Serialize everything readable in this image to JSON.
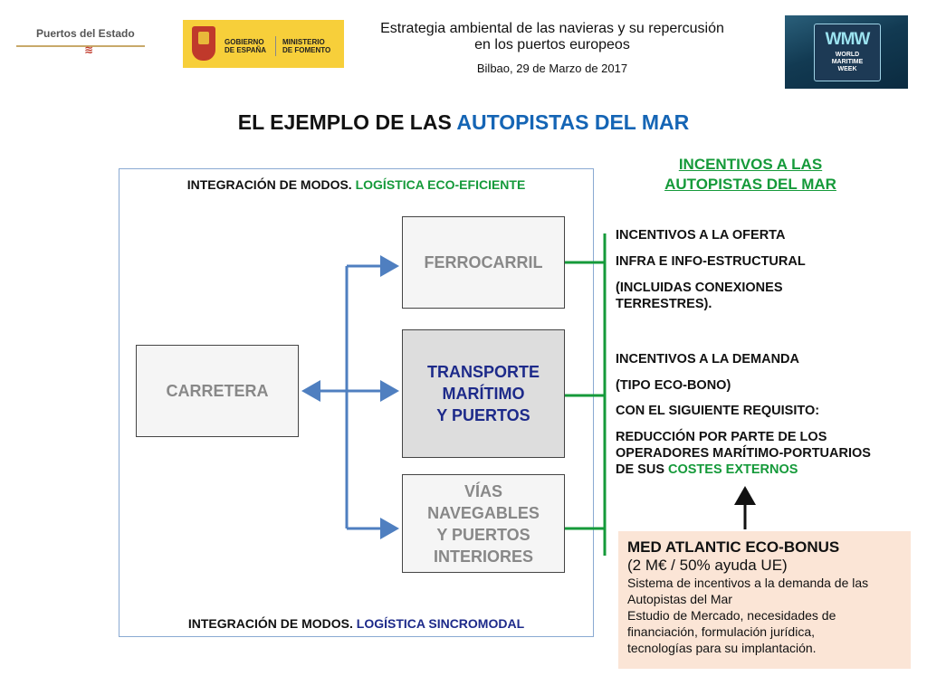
{
  "header": {
    "logo_puertos": "Puertos del Estado",
    "gobierno_l1": "GOBIERNO",
    "gobierno_l2": "DE ESPAÑA",
    "ministerio_l1": "MINISTERIO",
    "ministerio_l2": "DE FOMENTO",
    "title_l1": "Estrategia ambiental de las navieras y su repercusión",
    "title_l2": "en los puertos europeos",
    "date": "Bilbao, 29 de Marzo de 2017",
    "wmw_big": "WMW",
    "wmw_l1": "WORLD",
    "wmw_l2": "MARITIME",
    "wmw_l3": "WEEK"
  },
  "slide": {
    "title_a": "EL EJEMPLO DE LAS ",
    "title_b": "AUTOPISTAS DEL MAR"
  },
  "diagram": {
    "top_label_a": "INTEGRACIÓN DE MODOS. ",
    "top_label_b": "LOGÍSTICA ECO-EFICIENTE",
    "bottom_label_a": "INTEGRACIÓN DE MODOS. ",
    "bottom_label_b": "LOGÍSTICA SINCROMODAL",
    "carretera": "CARRETERA",
    "ferrocarril": "FERROCARRIL",
    "transporte_l1": "TRANSPORTE",
    "transporte_l2": "MARÍTIMO",
    "transporte_l3": "Y PUERTOS",
    "vias_l1": "VÍAS",
    "vias_l2": "NAVEGABLES",
    "vias_l3": "Y PUERTOS",
    "vias_l4": "INTERIORES"
  },
  "incentives": {
    "title_l1": "INCENTIVOS A LAS",
    "title_l2": "AUTOPISTAS DEL MAR",
    "oferta": "INCENTIVOS A LA OFERTA",
    "infra": "INFRA E INFO-ESTRUCTURAL",
    "incluidas_l1": "(INCLUIDAS CONEXIONES",
    "incluidas_l2": "TERRESTRES).",
    "demanda": "INCENTIVOS A LA DEMANDA",
    "tipo": "(TIPO ECO-BONO)",
    "requisito": "CON EL SIGUIENTE REQUISITO:",
    "reduccion_l1": "REDUCCIÓN POR PARTE DE LOS",
    "reduccion_l2": "OPERADORES MARÍTIMO-PORTUARIOS",
    "reduccion_l3a": "DE SUS ",
    "reduccion_l3b": "COSTES EXTERNOS"
  },
  "bonus": {
    "title": "MED ATLANTIC ECO-BONUS",
    "subtitle": "(2 M€ / 50% ayuda UE)",
    "p1_l1": "Sistema de incentivos a la demanda de las",
    "p1_l2": "Autopistas del Mar",
    "p2_l1": "Estudio de Mercado, necesidades de",
    "p2_l2": "financiación, formulación jurídica,",
    "p2_l3": "tecnologías para su implantación."
  },
  "colors": {
    "accent_blue": "#1565b5",
    "dark_blue": "#1d2a8a",
    "green": "#159a3a",
    "connector_blue": "#4f7fc0",
    "bonus_bg": "#fbe5d6"
  }
}
